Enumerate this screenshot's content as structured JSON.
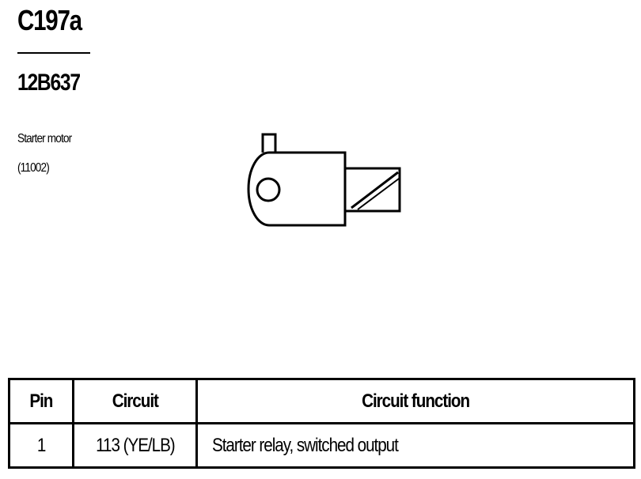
{
  "header": {
    "connector_id": "C197a",
    "part_number": "12B637"
  },
  "component": {
    "name": "Starter motor",
    "code": "(11002)"
  },
  "pin_table": {
    "columns": [
      "Pin",
      "Circuit",
      "Circuit function"
    ],
    "rows": [
      {
        "pin": "1",
        "circuit": "113 (YE/LB)",
        "function": "Starter relay, switched output"
      }
    ]
  }
}
